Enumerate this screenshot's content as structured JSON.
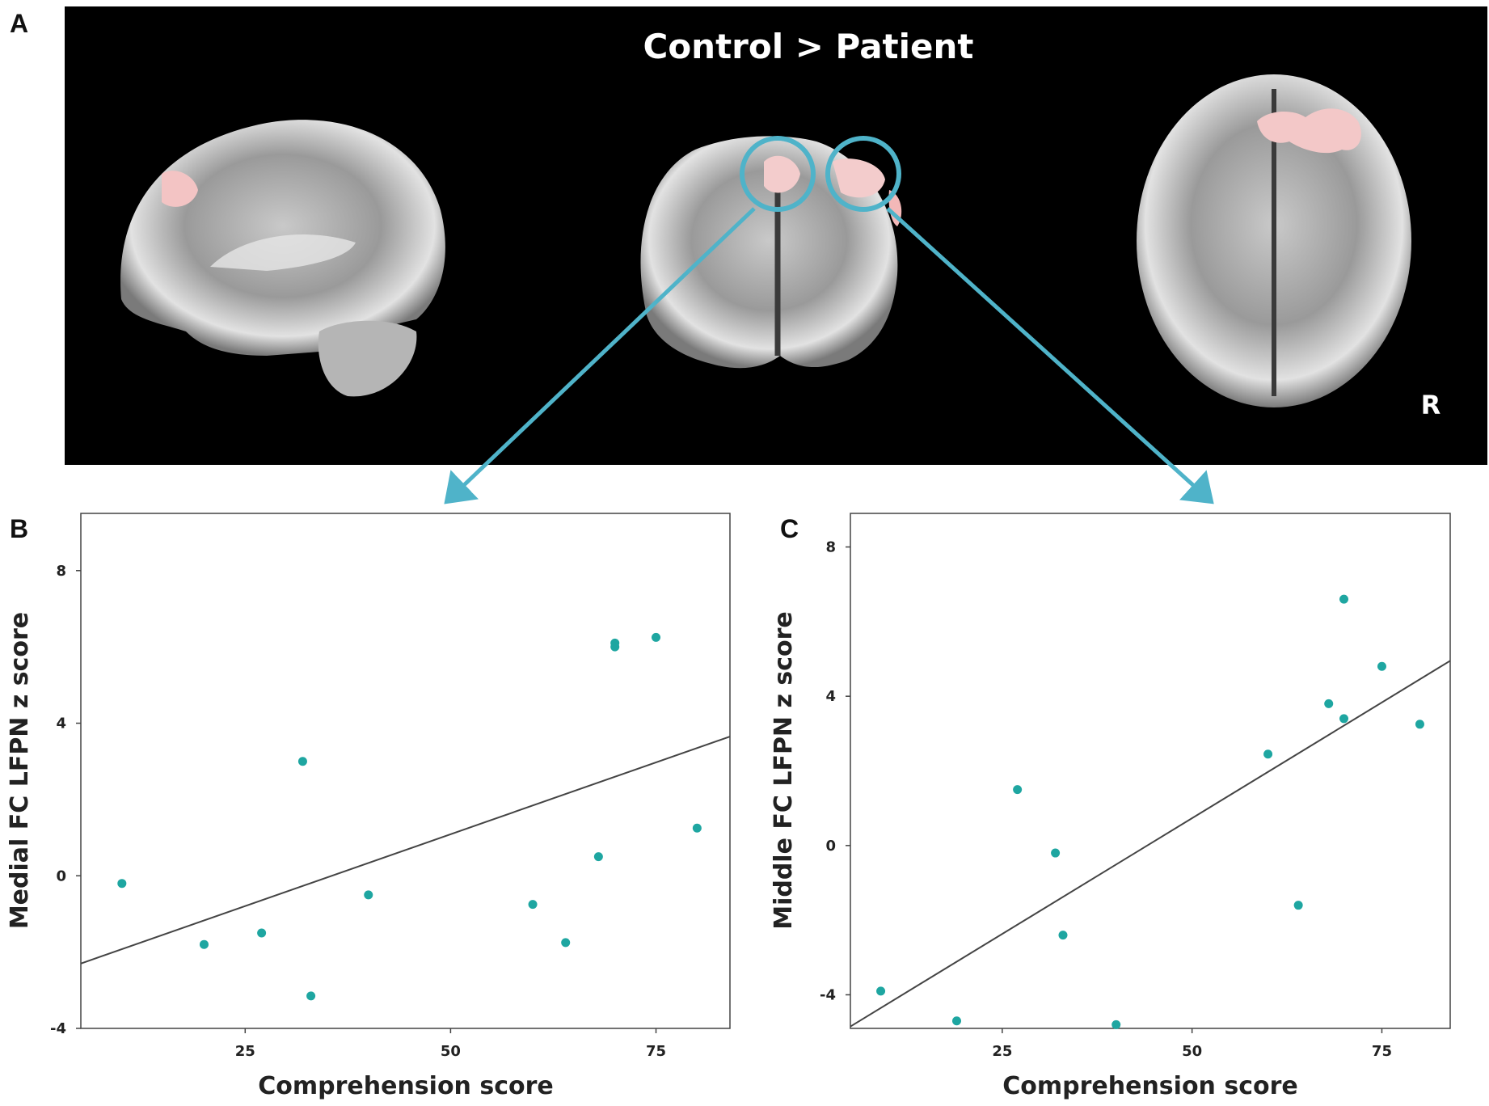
{
  "panels": {
    "a": "A",
    "b": "B",
    "c": "C"
  },
  "brain": {
    "title": "Control > Patient",
    "orientation": "R"
  },
  "colors": {
    "point": "#1ea6a1",
    "fit_line": "#444444",
    "arrow": "#4fb3c9",
    "activation": "#f3b8b8",
    "background": "#000000"
  },
  "chart_data": [
    {
      "type": "scatter",
      "panel": "B",
      "xlabel": "Comprehension score",
      "ylabel": "Medial FC LFPN z score",
      "xlim": [
        5,
        84
      ],
      "ylim": [
        -4,
        9.5
      ],
      "xticks": [
        25,
        50,
        75
      ],
      "yticks": [
        -4,
        0,
        4,
        8
      ],
      "x": [
        10,
        20,
        27,
        32,
        33,
        40,
        60,
        64,
        68,
        70,
        70,
        75,
        80
      ],
      "y": [
        -0.2,
        -1.8,
        -1.5,
        3.0,
        -3.15,
        -0.5,
        -0.75,
        -1.75,
        0.5,
        6.1,
        6.0,
        6.25,
        1.25
      ],
      "fit": {
        "x": [
          5,
          84
        ],
        "y": [
          -2.3,
          3.65
        ]
      }
    },
    {
      "type": "scatter",
      "panel": "C",
      "xlabel": "Comprehension score",
      "ylabel": "Middle FC LFPN z score",
      "xlim": [
        5,
        84
      ],
      "ylim": [
        -4.9,
        8.9
      ],
      "xticks": [
        25,
        50,
        75
      ],
      "yticks": [
        -4,
        0,
        4,
        8
      ],
      "x": [
        9,
        19,
        27,
        32,
        33,
        40,
        60,
        64,
        68,
        70,
        70,
        75,
        80
      ],
      "y": [
        -3.9,
        -4.7,
        1.5,
        -0.2,
        -2.4,
        -4.8,
        2.45,
        -1.6,
        3.8,
        6.6,
        3.4,
        4.8,
        3.25
      ],
      "fit": {
        "x": [
          5,
          84
        ],
        "y": [
          -4.85,
          4.95
        ]
      }
    }
  ]
}
